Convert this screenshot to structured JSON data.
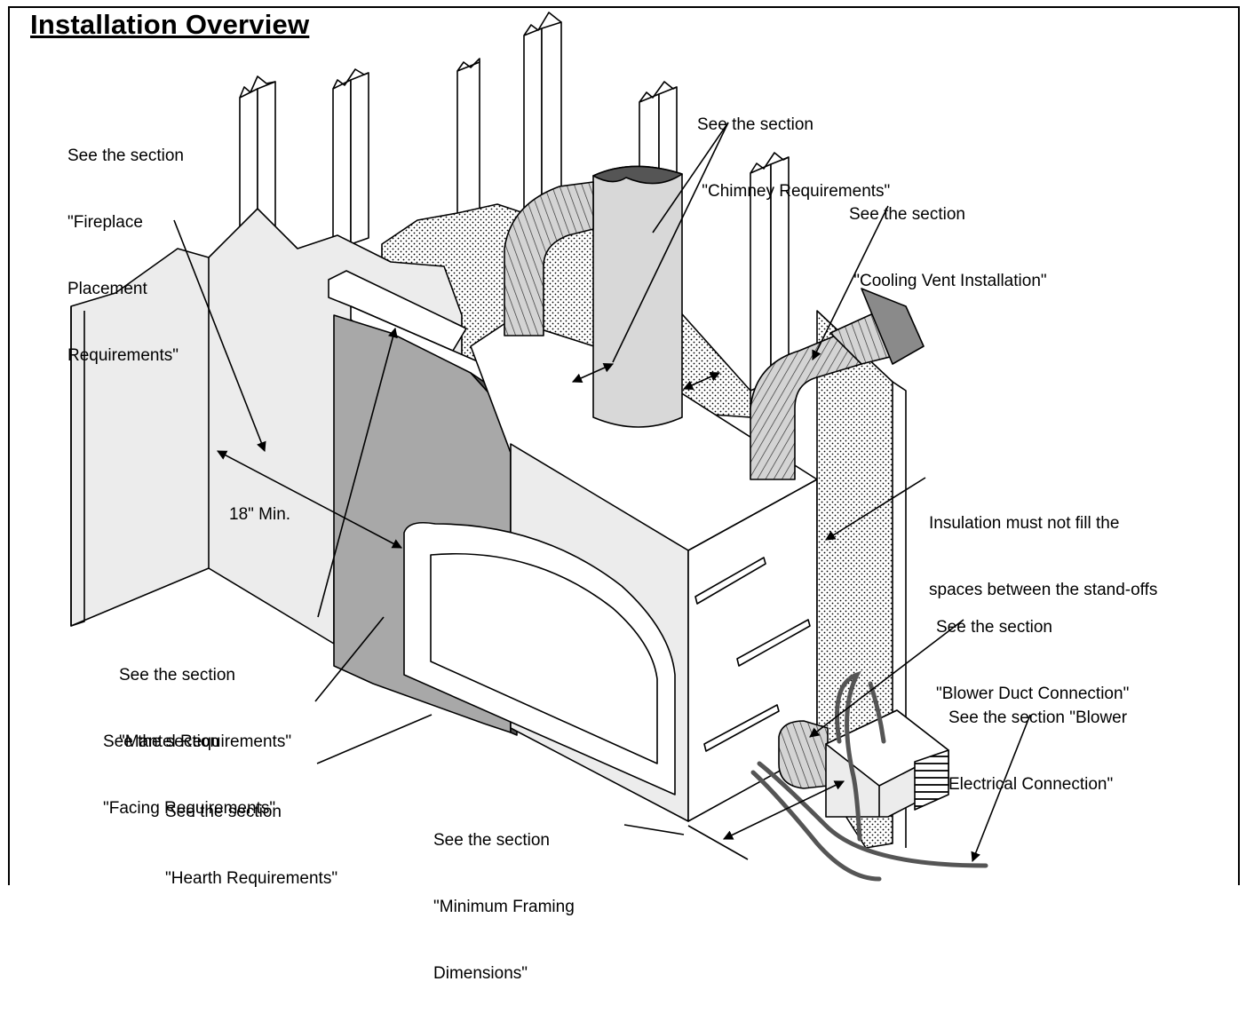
{
  "title": "Installation Overview",
  "callouts": {
    "chimney": [
      "See the section",
      " \"Chimney Requirements\""
    ],
    "cooling_vent": [
      "See the section",
      " \"Cooling Vent Installation\""
    ],
    "placement": [
      "See the section",
      "\"Fireplace",
      "Placement",
      "Requirements\""
    ],
    "insulation": [
      "Insulation must not fill the",
      "spaces between the stand-offs"
    ],
    "blower_duct": [
      "See the section",
      "\"Blower Duct Connection\""
    ],
    "blower_electrical": [
      "See the section \"Blower",
      "Electrical Connection\""
    ],
    "mantel": [
      "See the section",
      "\"Mantel Requirements\""
    ],
    "facing": [
      "See the section",
      "\"Facing Requirements\""
    ],
    "hearth": [
      "See the section",
      "\"Hearth Requirements\""
    ],
    "framing": [
      "See the section",
      "\"Minimum Framing",
      "Dimensions\""
    ]
  },
  "dimension_label": "18\" Min.",
  "colors": {
    "line": "#000000",
    "wall": "#ececec",
    "facing": "#a8a8a8",
    "facing_edge": "#555555",
    "chimney": "#d8d8d8",
    "chimney_top": "#555555",
    "vent_plate": "#8a8a8a",
    "cable": "#555555",
    "insulation": "#ffffff"
  }
}
